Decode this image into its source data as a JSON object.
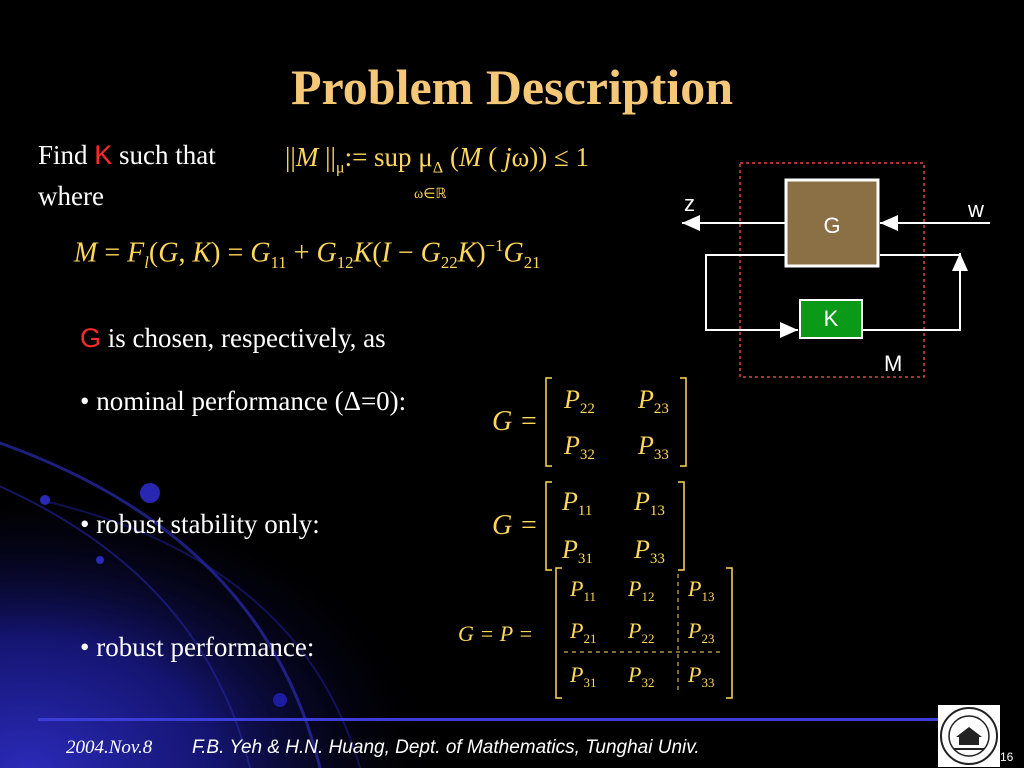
{
  "slide": {
    "title": "Problem Description",
    "find_prefix": "Find ",
    "find_var": "K",
    "find_suffix": " such that",
    "where": "where",
    "g_var": "G",
    "g_chosen_text": " is chosen, respectively, as",
    "bullets": [
      "• nominal performance (Δ=0):",
      "• robust stability only:",
      "• robust performance:"
    ]
  },
  "formulas": {
    "norm_condition": "‖M‖μ := sup μΔ(M(jω)) ≤ 1",
    "norm_subscript": "ω∈ℝ",
    "lft": "M = Fl(G,K) = G11 + G12K(I − G22K)^−1 G21",
    "nominal": {
      "lhs": "G =",
      "cells": [
        [
          "P22",
          "P23"
        ],
        [
          "P32",
          "P33"
        ]
      ]
    },
    "robust_stability": {
      "lhs": "G =",
      "cells": [
        [
          "P11",
          "P13"
        ],
        [
          "P31",
          "P33"
        ]
      ]
    },
    "robust_performance": {
      "lhs": "G = P =",
      "cells": [
        [
          "P11",
          "P12",
          "P13"
        ],
        [
          "P21",
          "P22",
          "P23"
        ],
        [
          "P31",
          "P32",
          "P33"
        ]
      ]
    }
  },
  "diagram": {
    "g_label": "G",
    "k_label": "K",
    "m_label": "M",
    "z_label": "z",
    "w_label": "w",
    "g_box_color": "#8b6f45",
    "k_box_color": "#0a9a18",
    "frame_color": "#e0463c"
  },
  "footer": {
    "date": "2004.Nov.8",
    "authors": "F.B. Yeh & H.N. Huang, Dept. of Mathematics, Tunghai Univ.",
    "page": "16",
    "logo": "university-seal-logo"
  },
  "colors": {
    "title": "#f5c878",
    "math": "#ffd75a",
    "highlight": "#ff2a2a",
    "accent_blue": "#3c3cd8"
  }
}
